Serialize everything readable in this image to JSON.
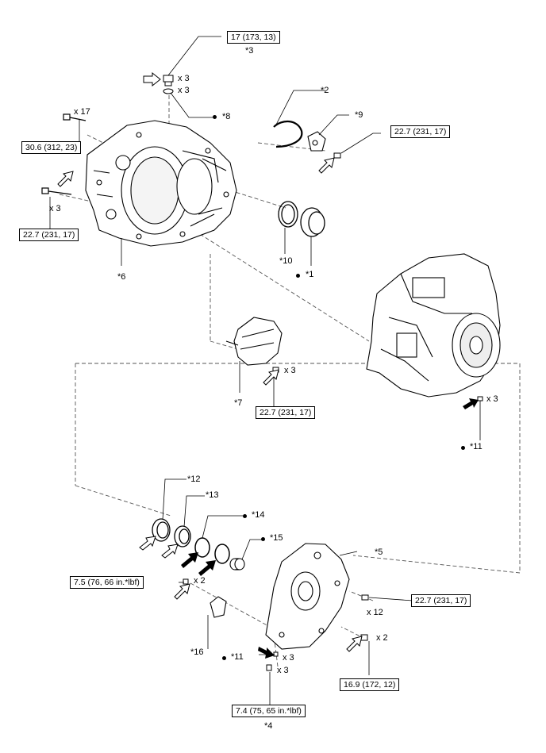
{
  "torque": {
    "t1": "17 (173, 13)",
    "t2": "30.6 (312, 23)",
    "t3": "22.7 (231, 17)",
    "t4": "22.7 (231, 17)",
    "t5": "22.7 (231, 17)",
    "t6": "7.5 (76, 66 in.*lbf)",
    "t7": "22.7 (231, 17)",
    "t8": "16.9 (172, 12)",
    "t9": "7.4 (75, 65 in.*lbf)"
  },
  "qty": {
    "q1": "x 3",
    "q2": "x 3",
    "q3": "x 17",
    "q4": "x 3",
    "q5": "x 3",
    "q6": "x 3",
    "q7": "x 2",
    "q8": "x 12",
    "q9": "x 2",
    "q10": "x 3",
    "q11": "x 3"
  },
  "callouts": {
    "c1": "*1",
    "c2": "*2",
    "c3": "*3",
    "c4": "*4",
    "c5": "*5",
    "c6": "*6",
    "c7": "*7",
    "c8": "*8",
    "c9": "*9",
    "c10": "*10",
    "c11a": "*11",
    "c11b": "*11",
    "c12": "*12",
    "c13": "*13",
    "c14": "*14",
    "c15": "*15",
    "c16": "*16"
  },
  "colors": {
    "ink": "#000000",
    "paper": "#ffffff",
    "leader": "#555555"
  }
}
